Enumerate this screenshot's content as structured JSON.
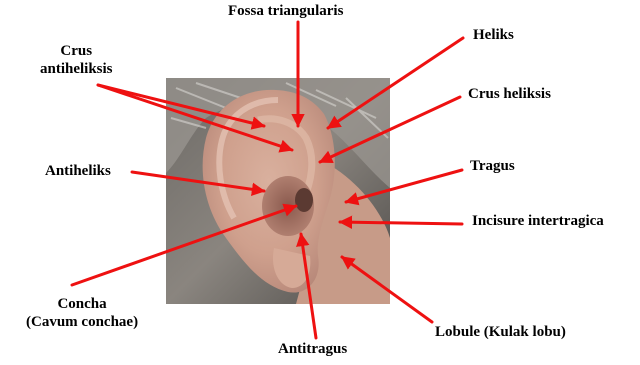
{
  "colors": {
    "arrow": "#ee1111",
    "label": "#000000",
    "background": "#ffffff"
  },
  "labels": {
    "fossa_triangularis": "Fossa triangularis",
    "heliks": "Heliks",
    "crus_line1": "Crus",
    "crus_line2": "antiheliksis",
    "crus_heliksis": "Crus heliksis",
    "antiheliks": "Antiheliks",
    "tragus": "Tragus",
    "incisure_intertragica": "Incisure intertragica",
    "concha_line1": "Concha",
    "concha_line2": "(Cavum conchae)",
    "lobule": "Lobule (Kulak lobu)",
    "antitragus": "Antitragus"
  }
}
